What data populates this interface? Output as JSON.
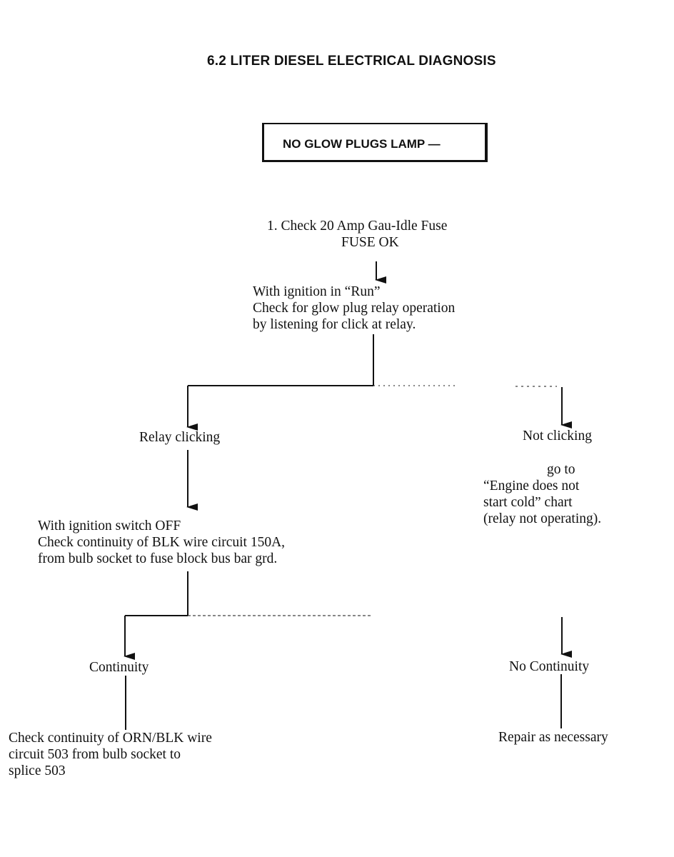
{
  "title": "6.2 LITER DIESEL ELECTRICAL DIAGNOSIS",
  "header_box": "NO GLOW PLUGS LAMP —",
  "step1": {
    "line1": "1.  Check 20 Amp Gau-Idle Fuse",
    "line2": "FUSE OK"
  },
  "relay_check": {
    "line1": "With ignition in “Run”",
    "line2": "Check for glow plug relay operation",
    "line3": "by listening for click at relay."
  },
  "relay_clicking": "Relay clicking",
  "not_clicking": "Not clicking",
  "goto": {
    "line1": "go to",
    "line2": "“Engine does not",
    "line3": "start cold” chart",
    "line4": "(relay not operating)."
  },
  "blk_check": {
    "line1": "With ignition switch OFF",
    "line2": "Check continuity of BLK wire circuit 150A,",
    "line3": "from bulb socket to fuse block bus bar grd."
  },
  "continuity": "Continuity",
  "no_continuity": "No Continuity",
  "orn_check": {
    "line1": "Check continuity of ORN/BLK wire",
    "line2": "circuit 503 from bulb socket to",
    "line3": "splice 503"
  },
  "repair": "Repair as necessary"
}
